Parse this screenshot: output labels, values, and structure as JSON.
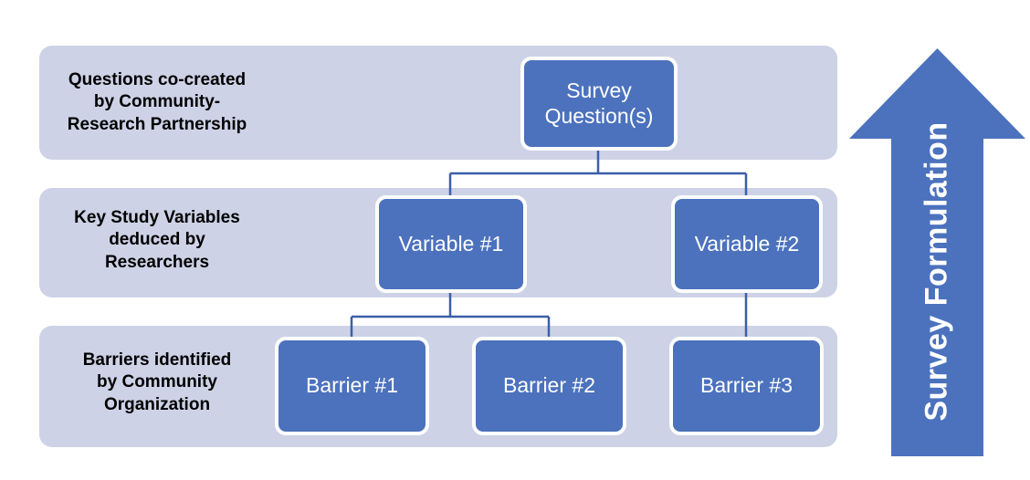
{
  "diagram": {
    "title": "Survey Formulation",
    "colors": {
      "band_background": "#CDD2E6",
      "node_fill": "#4C72BD",
      "node_border": "#FFFFFF",
      "node_text": "#FFFFFF",
      "band_label_text": "#000000",
      "connector_line": "#3B5FA8",
      "arrow_fill": "#4C72BD",
      "page_background": "#FFFFFF"
    },
    "tiers": [
      {
        "id": "tier-questions",
        "label": "Questions co-created\nby Community-\nResearch Partnership",
        "nodes": [
          {
            "id": "survey-question",
            "label": "Survey\nQuestion(s)"
          }
        ]
      },
      {
        "id": "tier-variables",
        "label": "Key Study Variables\ndeduced by\nResearchers",
        "nodes": [
          {
            "id": "variable-1",
            "label": "Variable #1"
          },
          {
            "id": "variable-2",
            "label": "Variable #2"
          }
        ]
      },
      {
        "id": "tier-barriers",
        "label": "Barriers identified\nby Community\nOrganization",
        "nodes": [
          {
            "id": "barrier-1",
            "label": "Barrier #1"
          },
          {
            "id": "barrier-2",
            "label": "Barrier #2"
          },
          {
            "id": "barrier-3",
            "label": "Barrier #3"
          }
        ]
      }
    ],
    "arrow": {
      "label": "Survey Formulation",
      "direction": "up"
    },
    "edges": [
      {
        "from": "survey-question",
        "to": "variable-1"
      },
      {
        "from": "survey-question",
        "to": "variable-2"
      },
      {
        "from": "variable-1",
        "to": "barrier-1"
      },
      {
        "from": "variable-1",
        "to": "barrier-2"
      },
      {
        "from": "variable-2",
        "to": "barrier-3"
      }
    ]
  }
}
